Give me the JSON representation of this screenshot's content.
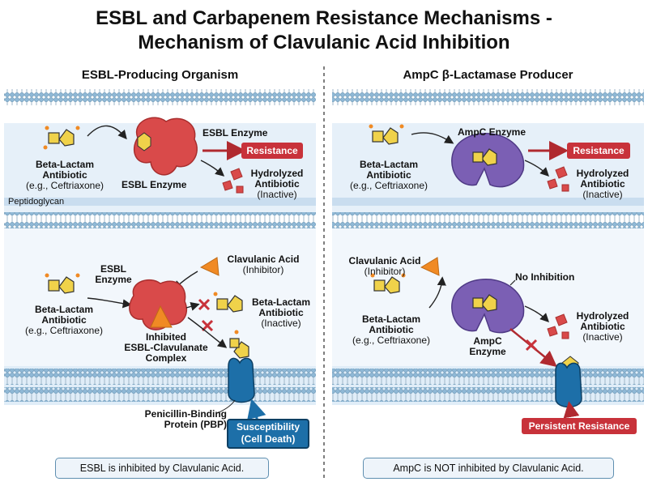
{
  "title_line1": "ESBL and Carbapenem Resistance Mechanisms -",
  "title_line2": "Mechanism of Clavulanic Acid Inhibition",
  "left": {
    "heading": "ESBL-Producing Organism",
    "top": {
      "antibiotic_line1": "Beta-Lactam",
      "antibiotic_line2": "Antibiotic",
      "antibiotic_line3": "(e.g., Ceftriaxone)",
      "enzyme_label_top": "ESBL Enzyme",
      "enzyme_label_bottom": "ESBL Enzyme",
      "resistance": "Resistance",
      "hydrolyzed_line1": "Hydrolyzed",
      "hydrolyzed_line2": "Antibiotic",
      "hydrolyzed_line3": "(Inactive)",
      "peptidoglycan": "Peptidoglycan"
    },
    "bottom": {
      "esbl_line1": "ESBL",
      "esbl_line2": "Enzyme",
      "clav_line1": "Clavulanic Acid",
      "clav_line2": "(Inhibitor)",
      "antibiotic_line1": "Beta-Lactam",
      "antibiotic_line2": "Antibiotic",
      "antibiotic_line3": "(e.g., Ceftriaxone)",
      "inactive_line1": "Beta-Lactam",
      "inactive_line2": "Antibiotic",
      "inactive_line3": "(Inactive)",
      "complex_line1": "Inhibited",
      "complex_line2": "ESBL-Clavulanate",
      "complex_line3": "Complex",
      "pbp_line1": "Penicillin-Binding",
      "pbp_line2": "Protein (PBP)",
      "susc_line1": "Susceptibility",
      "susc_line2": "(Cell Death)"
    },
    "note": "ESBL is inhibited by Clavulanic Acid."
  },
  "right": {
    "heading": "AmpC β-Lactamase Producer",
    "top": {
      "antibiotic_line1": "Beta-Lactam",
      "antibiotic_line2": "Antibiotic",
      "antibiotic_line3": "(e.g., Ceftriaxone)",
      "enzyme_label": "AmpC Enzyme",
      "resistance": "Resistance",
      "hydrolyzed_line1": "Hydrolyzed",
      "hydrolyzed_line2": "Antibiotic",
      "hydrolyzed_line3": "(Inactive)"
    },
    "bottom": {
      "clav_line1": "Clavulanic Acid",
      "clav_line2": "(Inhibitor)",
      "no_inhibition": "No Inhibition",
      "antibiotic_line1": "Beta-Lactam",
      "antibiotic_line2": "Antibiotic",
      "antibiotic_line3": "(e.g., Ceftriaxone)",
      "hydrolyzed_line1": "Hydrolyzed",
      "hydrolyzed_line2": "Antibiotic",
      "hydrolyzed_line3": "(Inactive)",
      "ampc_line1": "AmpC",
      "ampc_line2": "Enzyme",
      "persistent": "Persistent Resistance"
    },
    "note": "AmpC is NOT inhibited by Clavulanic Acid."
  },
  "colors": {
    "membrane_head": "#8fb8d6",
    "periplasm": "#e2eef8",
    "esbl_enzyme": "#d94a4a",
    "ampc_enzyme": "#7b5fb4",
    "antibiotic": "#f0d24a",
    "clavulanic": "#f08a24",
    "pbp": "#1d6fa8",
    "resistance_red": "#c8323a"
  }
}
